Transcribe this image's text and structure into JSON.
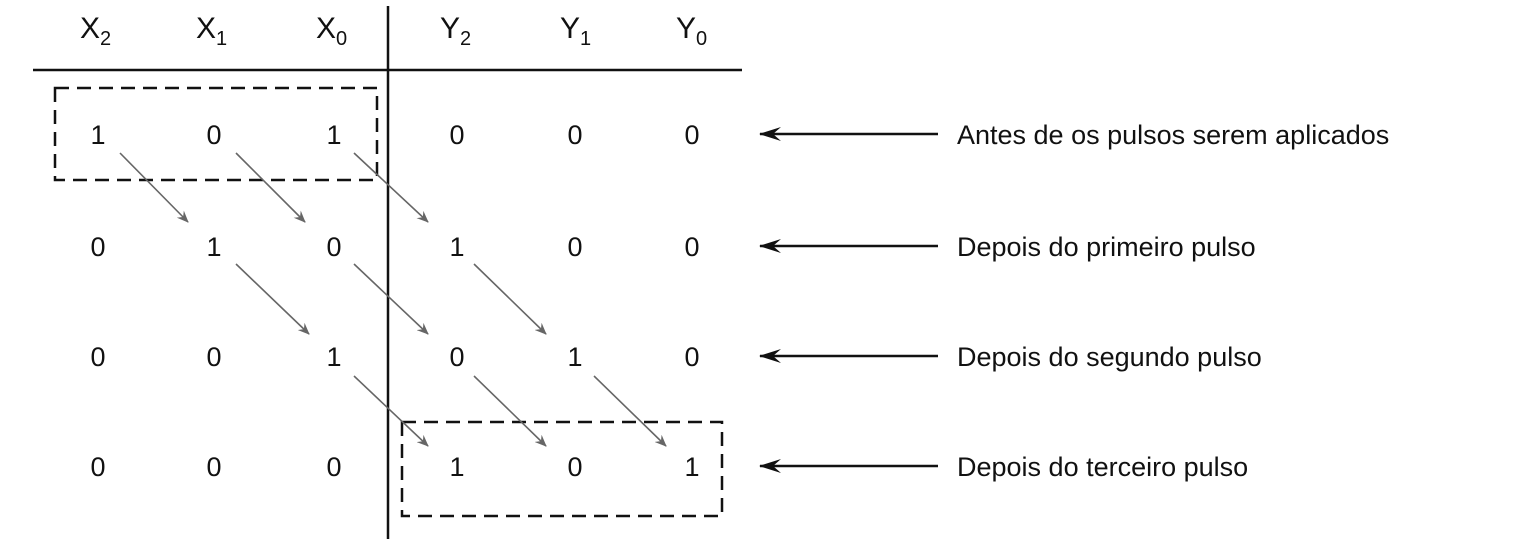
{
  "headers": {
    "x": [
      {
        "base": "X",
        "sub": "2"
      },
      {
        "base": "X",
        "sub": "1"
      },
      {
        "base": "X",
        "sub": "0"
      }
    ],
    "y": [
      {
        "base": "Y",
        "sub": "2"
      },
      {
        "base": "Y",
        "sub": "1"
      },
      {
        "base": "Y",
        "sub": "0"
      }
    ]
  },
  "rows": [
    {
      "x": [
        "1",
        "0",
        "1"
      ],
      "y": [
        "0",
        "0",
        "0"
      ],
      "label": "Antes de os pulsos serem aplicados"
    },
    {
      "x": [
        "0",
        "1",
        "0"
      ],
      "y": [
        "1",
        "0",
        "0"
      ],
      "label": "Depois do primeiro pulso"
    },
    {
      "x": [
        "0",
        "0",
        "1"
      ],
      "y": [
        "0",
        "1",
        "0"
      ],
      "label": "Depois do segundo pulso"
    },
    {
      "x": [
        "0",
        "0",
        "0"
      ],
      "y": [
        "1",
        "0",
        "1"
      ],
      "label": "Depois do terceiro pulso"
    }
  ],
  "colors": {
    "text": "#111111",
    "rule": "#111111",
    "shift_arrow": "#666666"
  }
}
